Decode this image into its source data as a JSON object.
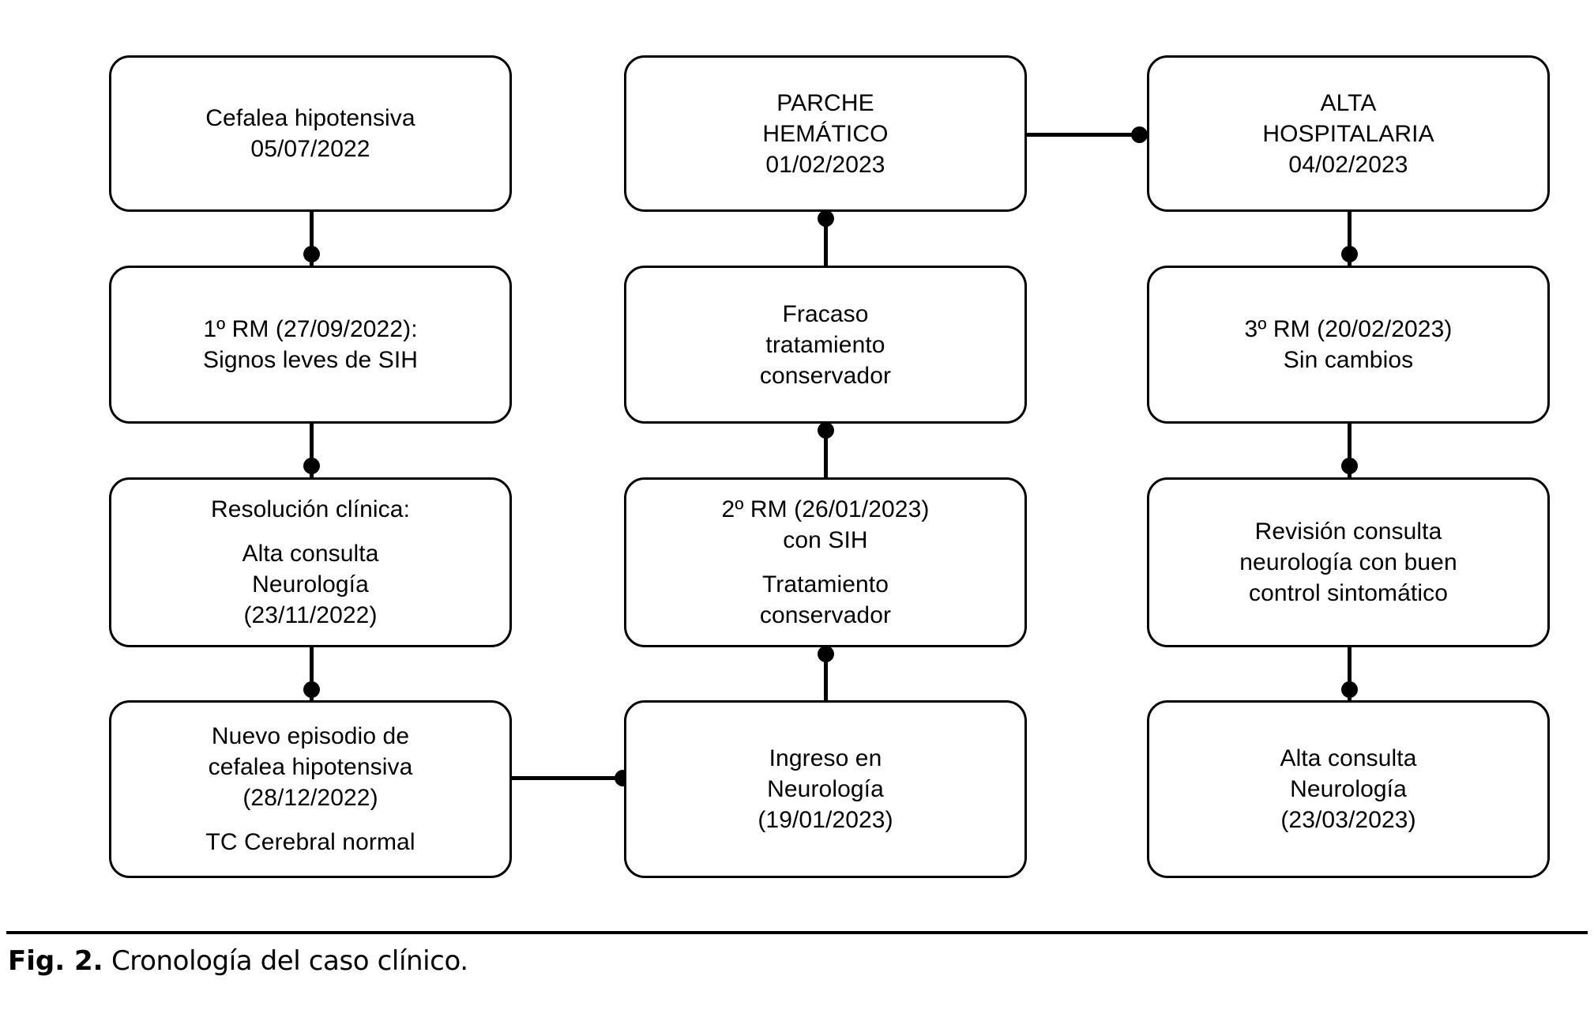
{
  "figure": {
    "caption_label": "Fig. 2.",
    "caption_text": " Cronología del caso clínico.",
    "stroke_color": "#000000",
    "background_color": "#ffffff"
  },
  "diagram": {
    "type": "flowchart",
    "columns": [
      {
        "id": "column-1",
        "nodes": [
          {
            "id": "node-cefalea-hipotensiva",
            "lines": [
              "Cefalea hipotensiva",
              "05/07/2022"
            ]
          },
          {
            "id": "node-1rm",
            "lines": [
              "1º RM (27/09/2022):",
              "Signos leves de SIH"
            ]
          },
          {
            "id": "node-resolucion-clinica",
            "lines": [
              "Resolución clínica:",
              "",
              "Alta consulta",
              "Neurología",
              "(23/11/2022)"
            ]
          },
          {
            "id": "node-nuevo-episodio",
            "lines": [
              "Nuevo episodio de",
              "cefalea hipotensiva",
              "(28/12/2022)",
              "",
              "TC Cerebral normal"
            ]
          }
        ]
      },
      {
        "id": "column-2",
        "nodes": [
          {
            "id": "node-parche-hematico",
            "lines": [
              "PARCHE",
              "HEMÁTICO",
              "01/02/2023"
            ]
          },
          {
            "id": "node-fracaso-tratamiento",
            "lines": [
              "Fracaso",
              "tratamiento",
              "conservador"
            ]
          },
          {
            "id": "node-2rm",
            "lines": [
              "2º RM (26/01/2023)",
              "con SIH",
              "",
              "Tratamiento",
              "conservador"
            ]
          },
          {
            "id": "node-ingreso-neurologia",
            "lines": [
              "Ingreso en",
              "Neurología",
              "(19/01/2023)"
            ]
          }
        ]
      },
      {
        "id": "column-3",
        "nodes": [
          {
            "id": "node-alta-hospitalaria",
            "lines": [
              "ALTA",
              "HOSPITALARIA",
              "04/02/2023"
            ]
          },
          {
            "id": "node-3rm",
            "lines": [
              "3º RM (20/02/2023)",
              "Sin cambios"
            ]
          },
          {
            "id": "node-revision-consulta",
            "lines": [
              "Revisión consulta",
              "neurología con buen",
              "control sintomático"
            ]
          },
          {
            "id": "node-alta-consulta",
            "lines": [
              "Alta consulta",
              "Neurología",
              "(23/03/2023)"
            ]
          }
        ]
      }
    ],
    "edges": [
      {
        "id": "edge-cefalea-to-1rm",
        "from": "node-cefalea-hipotensiva",
        "to": "node-1rm",
        "direction": "down"
      },
      {
        "id": "edge-1rm-to-resolucion",
        "from": "node-1rm",
        "to": "node-resolucion-clinica",
        "direction": "down"
      },
      {
        "id": "edge-resolucion-to-nuevo",
        "from": "node-resolucion-clinica",
        "to": "node-nuevo-episodio",
        "direction": "down"
      },
      {
        "id": "edge-nuevo-to-ingreso",
        "from": "node-nuevo-episodio",
        "to": "node-ingreso-neurologia",
        "direction": "right"
      },
      {
        "id": "edge-ingreso-to-2rm",
        "from": "node-ingreso-neurologia",
        "to": "node-2rm",
        "direction": "up"
      },
      {
        "id": "edge-2rm-to-fracaso",
        "from": "node-2rm",
        "to": "node-fracaso-tratamiento",
        "direction": "up"
      },
      {
        "id": "edge-fracaso-to-parche",
        "from": "node-fracaso-tratamiento",
        "to": "node-parche-hematico",
        "direction": "up"
      },
      {
        "id": "edge-parche-to-alta-hosp",
        "from": "node-parche-hematico",
        "to": "node-alta-hospitalaria",
        "direction": "right"
      },
      {
        "id": "edge-alta-hosp-to-3rm",
        "from": "node-alta-hospitalaria",
        "to": "node-3rm",
        "direction": "down"
      },
      {
        "id": "edge-3rm-to-revision",
        "from": "node-3rm",
        "to": "node-revision-consulta",
        "direction": "down"
      },
      {
        "id": "edge-revision-to-alta-consulta",
        "from": "node-revision-consulta",
        "to": "node-alta-consulta",
        "direction": "down"
      }
    ]
  }
}
